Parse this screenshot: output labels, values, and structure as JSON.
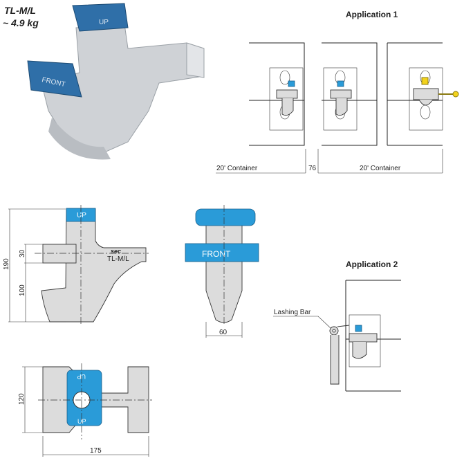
{
  "product": {
    "name": "TL-M/L",
    "weight": "~ 4.9 kg",
    "photo_front_label": "FRONT",
    "photo_top_label": "UP"
  },
  "application1": {
    "title": "Application 1",
    "left_container": "20' Container",
    "gap": "76",
    "right_container": "20' Container"
  },
  "side_view": {
    "top_label": "UP",
    "logo": "sec",
    "model": "TL-M/L",
    "dim_height": "190",
    "dim_bar": "30",
    "dim_lower": "100"
  },
  "front_view": {
    "band_label": "FRONT",
    "dim_width": "60"
  },
  "top_view": {
    "label_top": "UP",
    "label_bottom": "UP",
    "dim_width": "120",
    "dim_length": "175"
  },
  "application2": {
    "title": "Application 2",
    "lashing_bar": "Lashing Bar"
  },
  "colors": {
    "accent_blue": "#2a9bd8",
    "part_grey": "#dcdcdc",
    "lock_yellow": "#f2d21c"
  }
}
